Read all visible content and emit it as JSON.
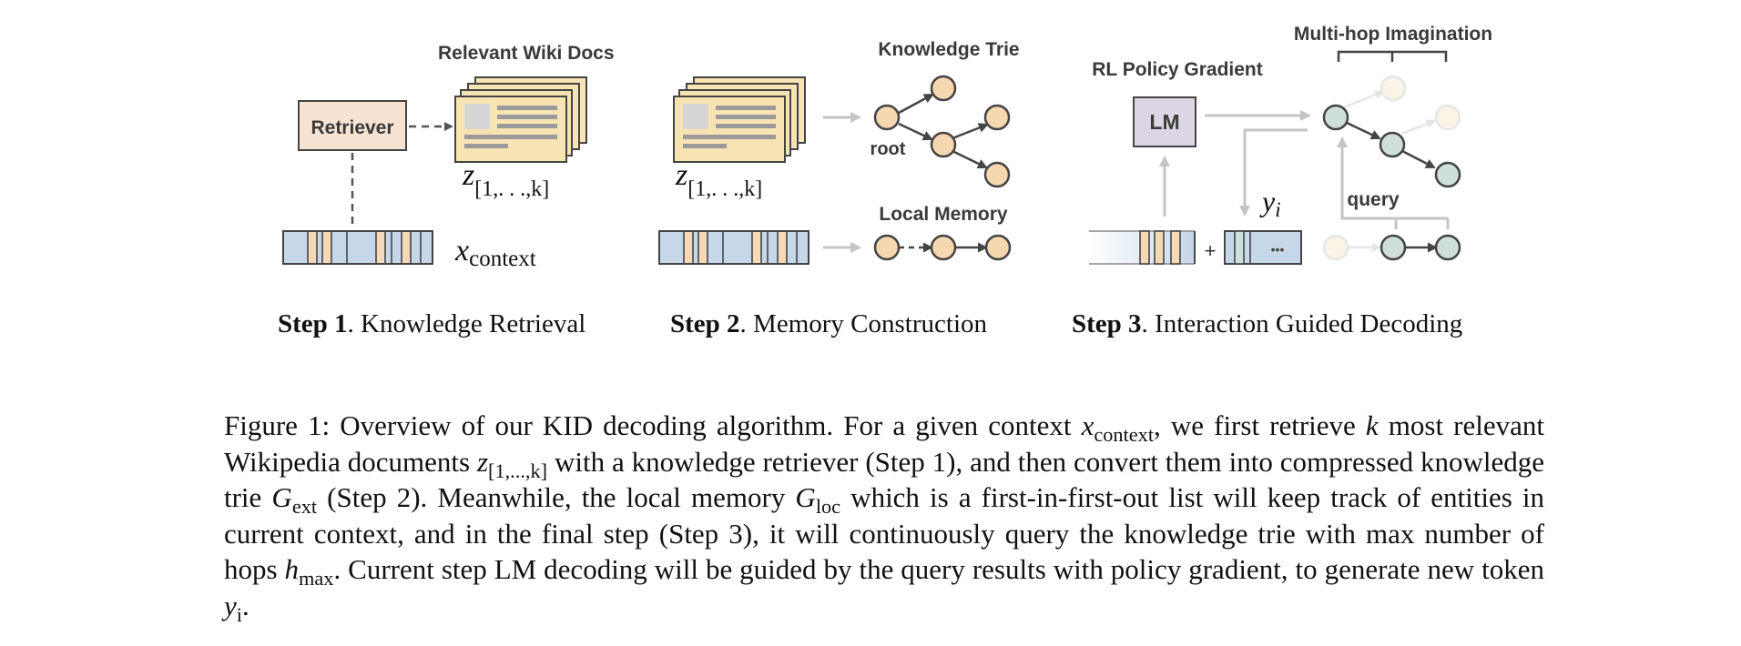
{
  "figure": {
    "labels": {
      "relevant_wiki_docs": "Relevant Wiki Docs",
      "retriever": "Retriever",
      "knowledge_trie": "Knowledge Trie",
      "root": "root",
      "local_memory": "Local Memory",
      "rl_policy_gradient": "RL Policy Gradient",
      "multi_hop_imagination": "Multi-hop Imagination",
      "lm": "LM",
      "query": "query",
      "plus": "+",
      "dots": "•••"
    },
    "math": {
      "z_base": "z",
      "z_sub": "[1,. . .,k]",
      "x_base": "x",
      "x_sub": "context",
      "y_base": "y",
      "y_sub": "i"
    },
    "steps": [
      {
        "bold": "Step 1",
        "rest": ". Knowledge Retrieval"
      },
      {
        "bold": "Step 2",
        "rest": ". Memory Construction"
      },
      {
        "bold": "Step 3",
        "rest": ". Interaction Guided Decoding"
      }
    ],
    "colors": {
      "doc_fill": "#f8e3b3",
      "retriever_fill": "#f8e3d3",
      "lm_fill": "#dcd6e4",
      "token_blue": "#c6d7ea",
      "token_peach": "#f5d8b5",
      "node_peach": "#f5d8b0",
      "node_green": "#cfe0da",
      "gray_arrow": "#c0c0c0"
    }
  },
  "caption": {
    "fig": "Figure 1:",
    "t1": " Overview of our KID decoding algorithm. For a given context ",
    "x": "x",
    "x_sub": "context",
    "t2": ", we first retrieve ",
    "k": "k",
    "t3": " most relevant Wikipedia documents ",
    "z": "z",
    "z_sub": "[1,...,k]",
    "t4": " with a knowledge retriever (Step 1), and then convert them into compressed knowledge trie ",
    "G": "G",
    "ext": "ext",
    "t5": " (Step 2). Meanwhile, the local memory ",
    "G2": "G",
    "loc": "loc",
    "t6": " which is a first-in-first-out list will keep track of entities in current context, and in the final step (Step 3), it will continuously query the knowledge trie with max number of hops ",
    "h": "h",
    "max": "max",
    "t7": ". Current step LM decoding will be guided by the query results with policy gradient, to generate new token ",
    "y": "y",
    "i": "i",
    "t8": "."
  }
}
